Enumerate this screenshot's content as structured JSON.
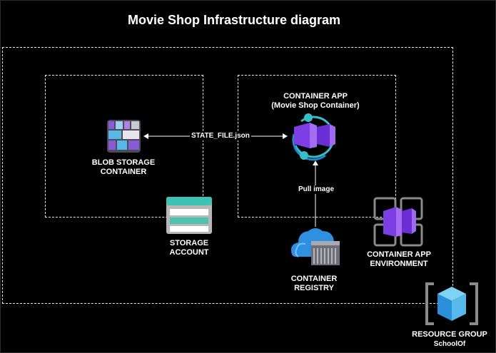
{
  "title": "Movie Shop Infrastructure diagram",
  "nodes": {
    "blob": {
      "line1": "BLOB STORAGE",
      "line2": "CONTAINER",
      "icon": "blob-storage-icon"
    },
    "storage": {
      "line1": "STORAGE",
      "line2": "ACCOUNT",
      "icon": "storage-account-icon"
    },
    "container_app": {
      "line1": "CONTAINER APP",
      "line2": "(Movie Shop Container)",
      "icon": "container-app-icon"
    },
    "registry": {
      "line1": "CONTAINER",
      "line2": "REGISTRY",
      "icon": "container-registry-icon"
    },
    "environment": {
      "line1": "CONTAINER APP",
      "line2": "ENVIRONMENT",
      "icon": "container-app-environment-icon"
    },
    "resource_group": {
      "line1": "RESOURCE GROUP",
      "line2": "SchoolOf",
      "icon": "resource-group-icon"
    }
  },
  "edges": {
    "state_file": "STATE_FILE.json",
    "pull_image": "Pull image"
  },
  "colors": {
    "background": "#000000",
    "border": "#e8e8e8",
    "purple": "#7b3fe4",
    "teal": "#35c0c9",
    "blue": "#2f8fe0"
  }
}
